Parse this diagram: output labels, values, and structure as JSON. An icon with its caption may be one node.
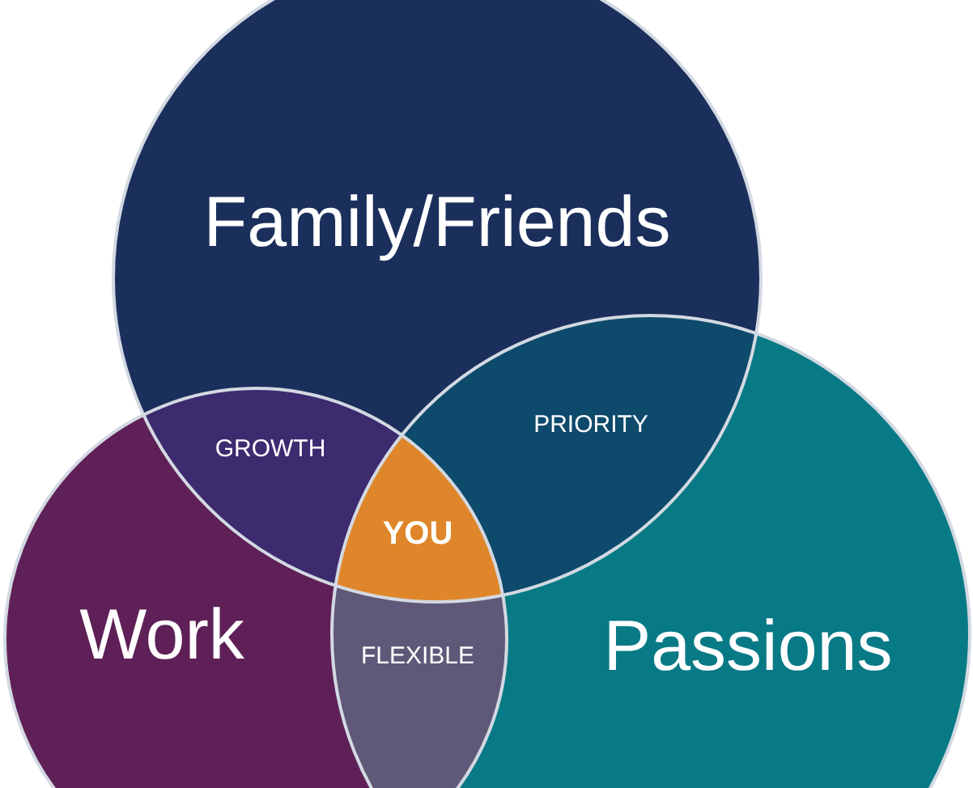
{
  "diagram": {
    "nodes": [
      {
        "text": [
          "Family/Friends"
        ]
      },
      {
        "text": [
          "GROWTH"
        ]
      },
      {
        "text": [
          "PRIORITY"
        ]
      },
      {
        "text": [
          "YOU"
        ]
      },
      {
        "text": [
          "Work"
        ]
      },
      {
        "text": [
          "FLEXIBLE"
        ]
      },
      {
        "text": [
          "Passions"
        ]
      }
    ]
  }
}
